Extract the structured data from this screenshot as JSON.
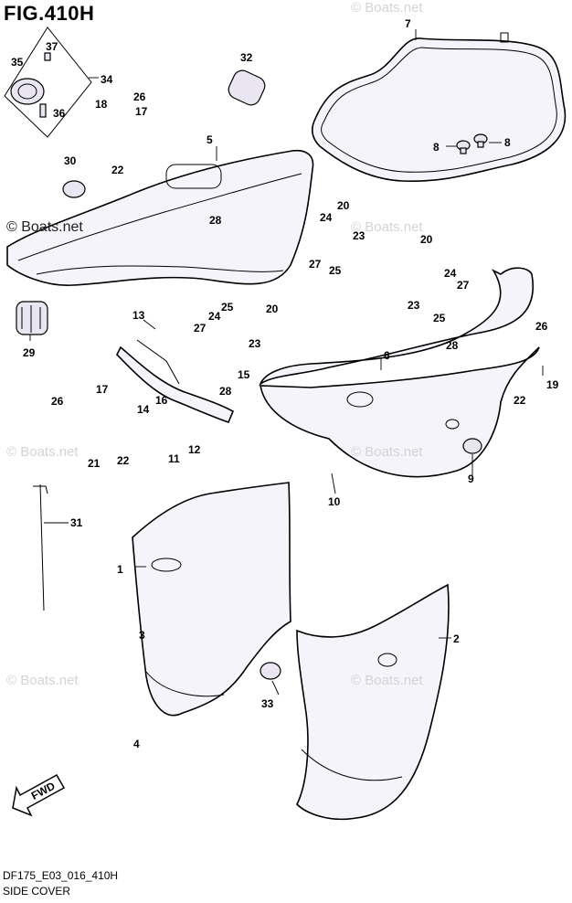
{
  "figure": {
    "title": "FIG.410H",
    "model_code": "DF175_E03_016_410H",
    "name": "SIDE COVER"
  },
  "watermarks": {
    "primary": "© Boats.net",
    "faint": "© Boats.net"
  },
  "callouts": [
    "1",
    "2",
    "3",
    "4",
    "5",
    "6",
    "7",
    "8",
    "8",
    "9",
    "10",
    "11",
    "12",
    "13",
    "14",
    "15",
    "16",
    "17",
    "17",
    "18",
    "19",
    "20",
    "20",
    "20",
    "21",
    "22",
    "22",
    "22",
    "23",
    "23",
    "23",
    "24",
    "24",
    "24",
    "25",
    "25",
    "25",
    "26",
    "26",
    "26",
    "27",
    "27",
    "27",
    "28",
    "28",
    "28",
    "29",
    "30",
    "31",
    "32",
    "33",
    "34",
    "35",
    "36",
    "37"
  ],
  "icons": {
    "direction_arrow": "fwd-arrow-icon",
    "direction_label": "FWD"
  }
}
